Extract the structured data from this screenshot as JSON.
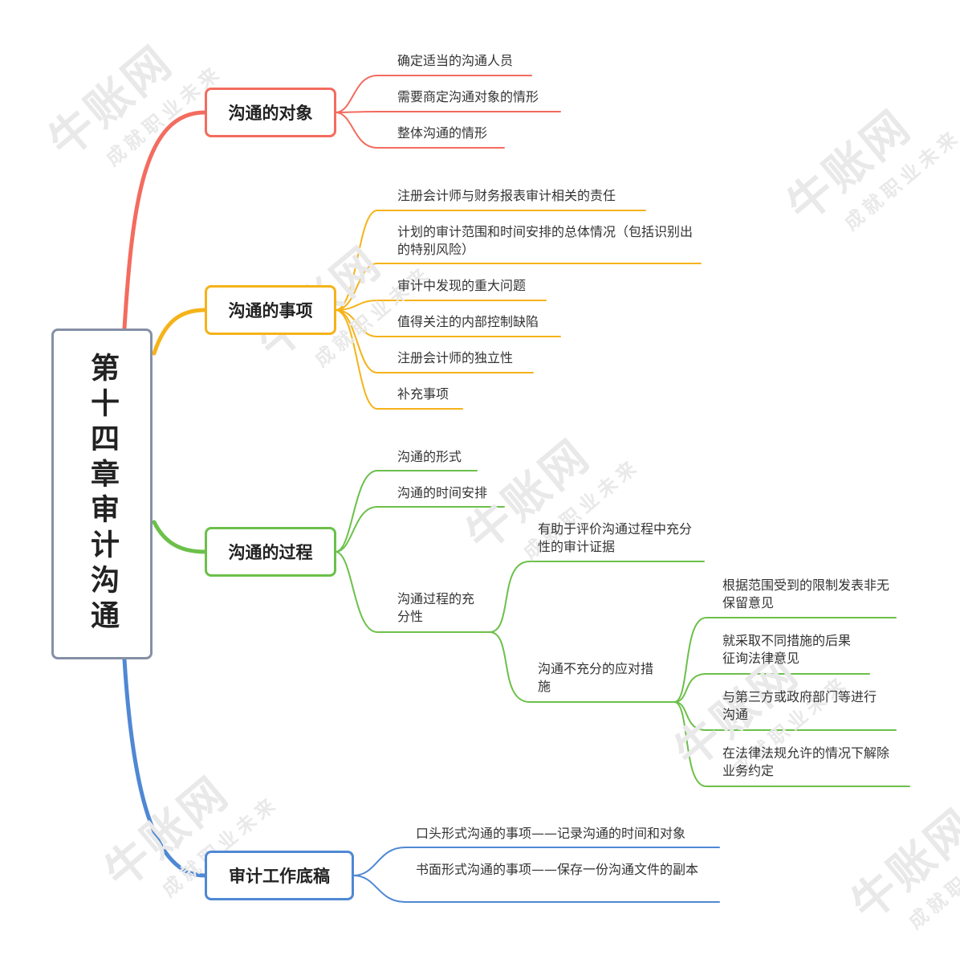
{
  "root": {
    "label": "第十四章审计沟通"
  },
  "watermark": {
    "brand": "牛账网",
    "slogan": "成就职业未来"
  },
  "colors": {
    "red": "#f36c5f",
    "orange": "#f5b31a",
    "green": "#6cc04a",
    "blue": "#4f88d4",
    "root_border": "#8590a6"
  },
  "branches": [
    {
      "label": "沟通的对象",
      "color": "red",
      "items": [
        "确定适当的沟通人员",
        "需要商定沟通对象的情形",
        "整体沟通的情形"
      ]
    },
    {
      "label": "沟通的事项",
      "color": "orange",
      "items": [
        "注册会计师与财务报表审计相关的责任",
        "计划的审计范围和时间安排的总体情况（包括识别出的特别风险）",
        "审计中发现的重大问题",
        "值得关注的内部控制缺陷",
        "注册会计师的独立性",
        "补充事项"
      ]
    },
    {
      "label": "沟通的过程",
      "color": "green",
      "items": [
        "沟通的形式",
        "沟通的时间安排",
        "沟通过程的充分性"
      ],
      "sufficiency": {
        "items": [
          "有助于评价沟通过程中充分性的审计证据",
          "沟通不充分的应对措施"
        ],
        "responses": [
          "根据范围受到的限制发表非无保留意见",
          "就采取不同措施的后果征询法律意见",
          "与第三方或政府部门等进行沟通",
          "在法律法规允许的情况下解除业务约定"
        ]
      }
    },
    {
      "label": "审计工作底稿",
      "color": "blue",
      "items": [
        "口头形式沟通的事项——记录沟通的时间和对象",
        "书面形式沟通的事项——保存一份沟通文件的副本"
      ]
    }
  ]
}
